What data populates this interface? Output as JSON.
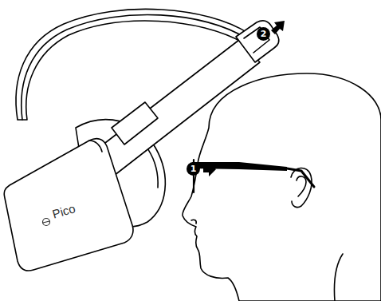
{
  "diagram": {
    "labels": [
      "2",
      "1",
      "Pico"
    ]
  }
}
